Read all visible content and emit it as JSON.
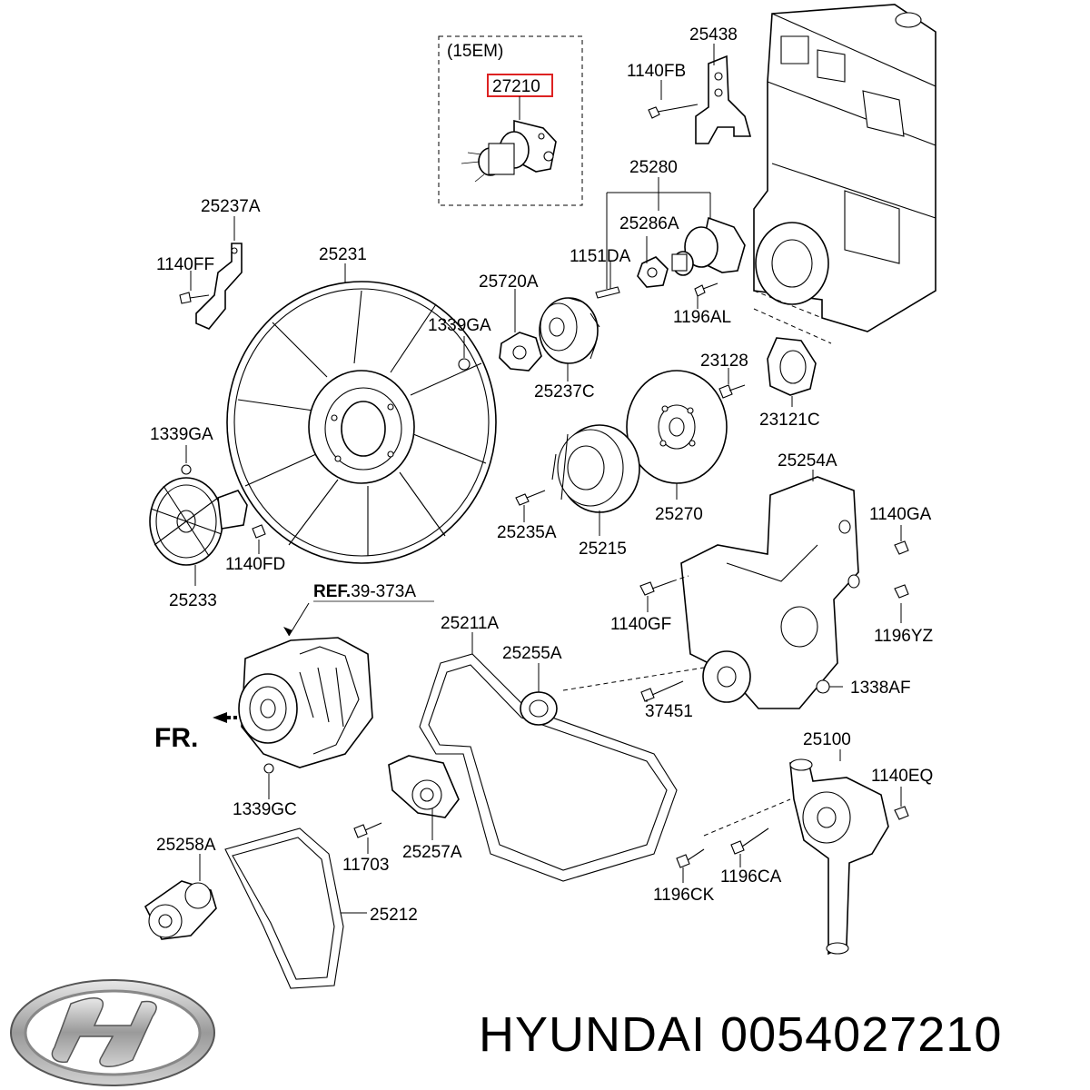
{
  "diagram": {
    "inset_label": "(15EM)",
    "highlight_part": "27210",
    "front_label": "FR.",
    "ref_label_bold": "REF.",
    "ref_label_num": "39-373A",
    "parts": {
      "p25438": "25438",
      "p1140FB": "1140FB",
      "p25280": "25280",
      "p25286A": "25286A",
      "p1151DA": "1151DA",
      "p1196AL": "1196AL",
      "p25237A": "25237A",
      "p25231": "25231",
      "p1140FF": "1140FF",
      "p25720A": "25720A",
      "p1339GA_top": "1339GA",
      "p25237C": "25237C",
      "p23128": "23128",
      "p23121C": "23121C",
      "p1339GA_left": "1339GA",
      "p25254A": "25254A",
      "p1140GA": "1140GA",
      "p25235A": "25235A",
      "p25215": "25215",
      "p25270": "25270",
      "p1140FD": "1140FD",
      "p25233": "25233",
      "p1140GF": "1140GF",
      "p1196YZ": "1196YZ",
      "p25211A": "25211A",
      "p25255A": "25255A",
      "p1338AF": "1338AF",
      "p37451": "37451",
      "p25100": "25100",
      "p1140EQ": "1140EQ",
      "p1339GC": "1339GC",
      "p11703": "11703",
      "p25257A": "25257A",
      "p1196CK": "1196CK",
      "p1196CA": "1196CA",
      "p25258A": "25258A",
      "p25212": "25212"
    }
  },
  "footer": {
    "brand": "HYUNDAI",
    "part_number": "0054027210",
    "logo_icon": "hyundai-logo-icon"
  }
}
